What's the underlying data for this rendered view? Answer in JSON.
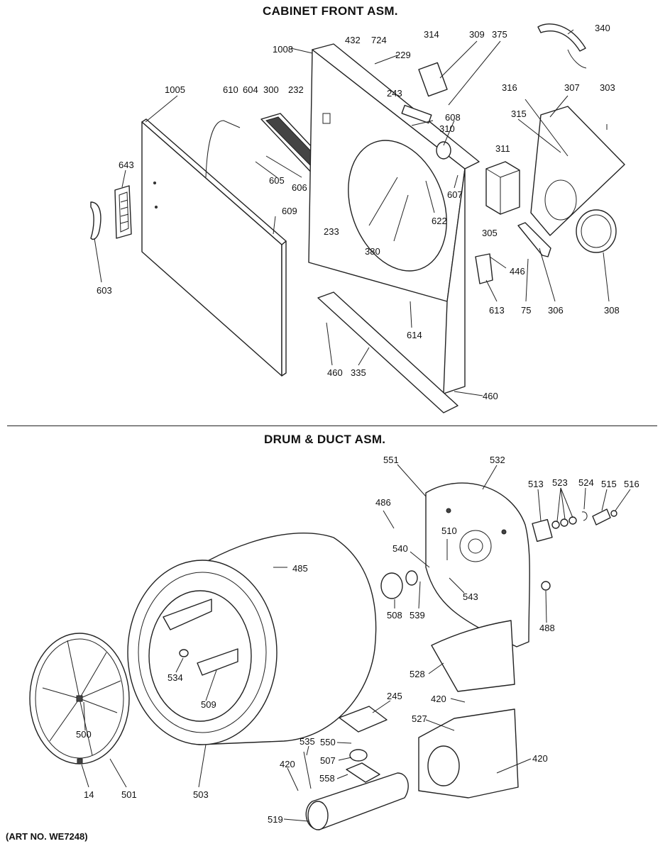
{
  "headings": {
    "cabinet": "CABINET FRONT ASM.",
    "drum": "DRUM & DUCT ASM."
  },
  "art_no": "(ART NO. WE7248)",
  "labels": {
    "p1008": "1008",
    "p432": "432",
    "p724": "724",
    "p314": "314",
    "p309": "309",
    "p375": "375",
    "p340": "340",
    "p229": "229",
    "p1005": "1005",
    "p610": "610",
    "p604": "604",
    "p300": "300",
    "p232": "232",
    "p243": "243",
    "p316": "316",
    "p307": "307",
    "p303": "303",
    "p643": "643",
    "p310": "310",
    "p608": "608",
    "p315": "315",
    "p311": "311",
    "p605": "605",
    "p606": "606",
    "p607": "607",
    "p609": "609",
    "p233": "233",
    "p622": "622",
    "p305": "305",
    "p380": "380",
    "p603": "603",
    "p446": "446",
    "p613": "613",
    "p75": "75",
    "p306": "306",
    "p308": "308",
    "p614": "614",
    "p460a": "460",
    "p335": "335",
    "p460b": "460",
    "p551": "551",
    "p532": "532",
    "p513": "513",
    "p523": "523",
    "p524": "524",
    "p515": "515",
    "p516": "516",
    "p486": "486",
    "p510": "510",
    "p540": "540",
    "p485": "485",
    "p543": "543",
    "p508": "508",
    "p539": "539",
    "p488": "488",
    "p534": "534",
    "p528": "528",
    "p509": "509",
    "p420a": "420",
    "p245": "245",
    "p527": "527",
    "p500": "500",
    "p535": "535",
    "p550": "550",
    "p507": "507",
    "p420b": "420",
    "p420c": "420",
    "p558": "558",
    "p14": "14",
    "p501": "501",
    "p503": "503",
    "p519": "519"
  }
}
